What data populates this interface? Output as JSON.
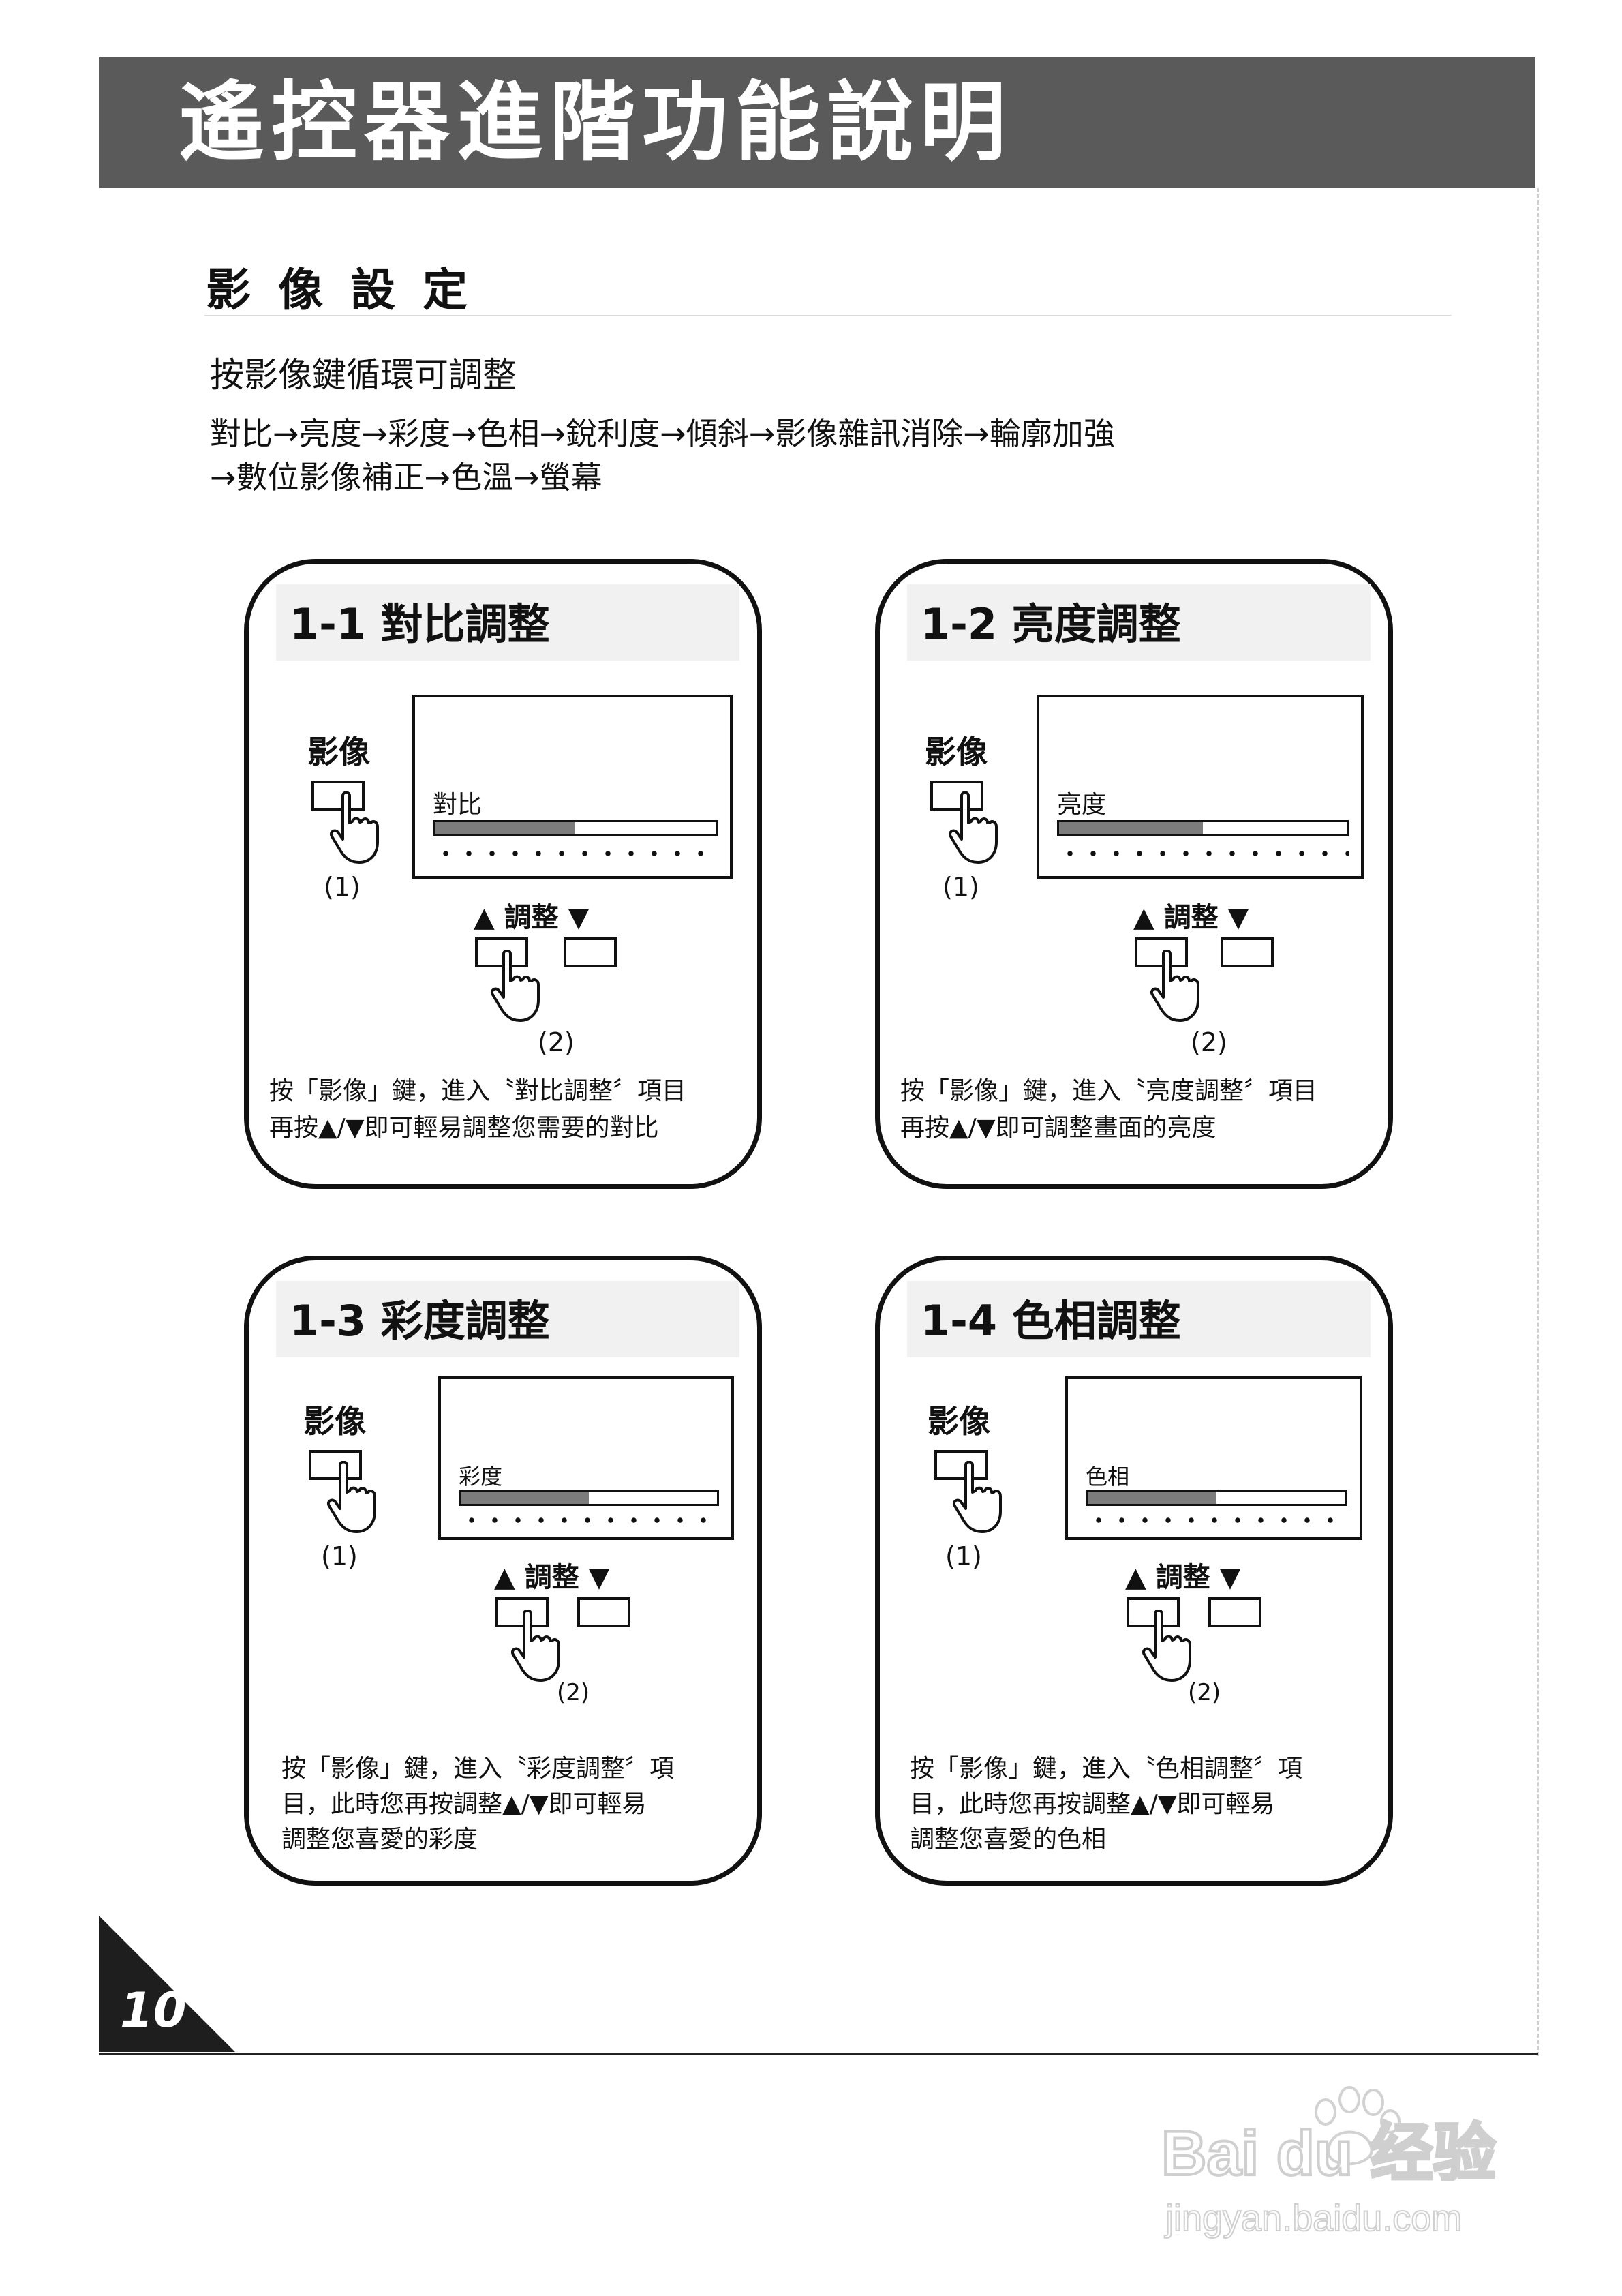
{
  "header": {
    "title": "遙控器進階功能說明"
  },
  "section": {
    "title": "影像設定",
    "intro": "按影像鍵循環可調整",
    "sequence_line1": "對比→亮度→彩度→色相→銳利度→傾斜→影像雜訊消除→輪廓加強",
    "sequence_line2": "→數位影像補正→色溫→螢幕"
  },
  "cards": [
    {
      "title": "1-1 對比調整",
      "key_label": "影像",
      "step1": "(1)",
      "osd_label": "對比",
      "level": 0.5,
      "adjust_label": "▲ 調整 ▼",
      "step2": "(2)",
      "desc": [
        "按「影像」鍵，進入〝對比調整〞項目",
        "再按▲/▼即可輕易調整您需要的對比"
      ]
    },
    {
      "title": "1-2 亮度調整",
      "key_label": "影像",
      "step1": "(1)",
      "osd_label": "亮度",
      "level": 0.5,
      "adjust_label": "▲ 調整 ▼",
      "step2": "(2)",
      "desc": [
        "按「影像」鍵，進入〝亮度調整〞項目",
        "再按▲/▼即可調整畫面的亮度"
      ]
    },
    {
      "title": "1-3 彩度調整",
      "key_label": "影像",
      "step1": "(1)",
      "osd_label": "彩度",
      "level": 0.5,
      "adjust_label": "▲ 調整 ▼",
      "step2": "(2)",
      "desc": [
        "按「影像」鍵，進入〝彩度調整〞項",
        "目，此時您再按調整▲/▼即可輕易",
        "調整您喜愛的彩度"
      ]
    },
    {
      "title": "1-4 色相調整",
      "key_label": "影像",
      "step1": "(1)",
      "osd_label": "色相",
      "level": 0.5,
      "adjust_label": "▲ 調整 ▼",
      "step2": "(2)",
      "desc": [
        "按「影像」鍵，進入〝色相調整〞項",
        "目，此時您再按調整▲/▼即可輕易",
        "調整您喜愛的色相"
      ]
    }
  ],
  "footer": {
    "page_number": "10"
  },
  "watermark": {
    "brand": "Bai du 经验",
    "url": "jingyan.baidu.com"
  },
  "colors": {
    "header_bar": "#5a5a5a",
    "bar_fill": "#7c7c7c",
    "ink": "#111111"
  }
}
